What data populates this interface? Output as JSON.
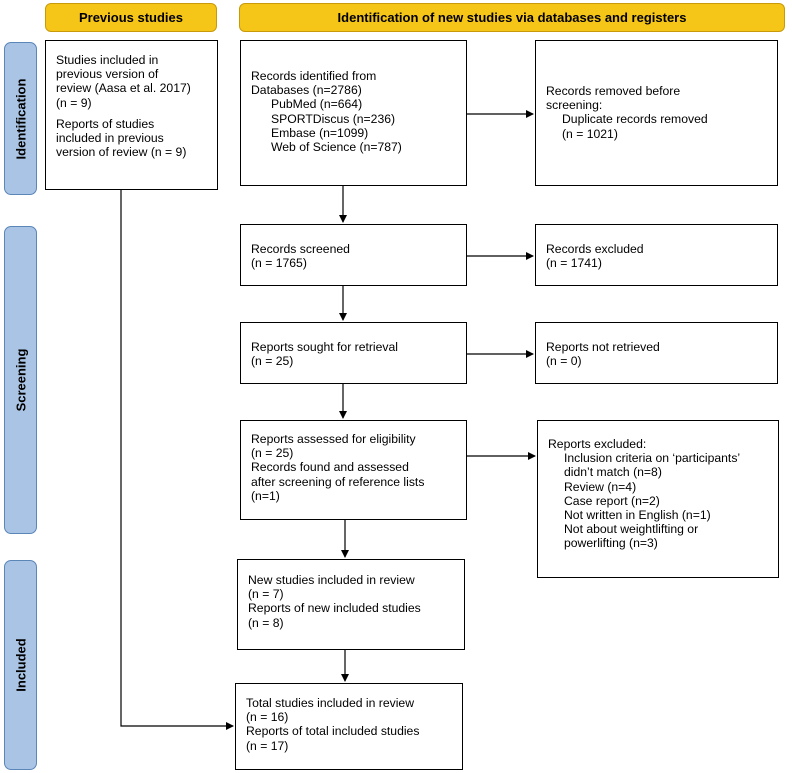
{
  "headers": {
    "previous": "Previous studies",
    "new": "Identification of new studies via databases and registers"
  },
  "phases": {
    "identification": "Identification",
    "screening": "Screening",
    "included": "Included"
  },
  "previous_box": {
    "line1": "Studies included in",
    "line2": "previous version of",
    "line3": "review (Aasa et al. 2017)",
    "line4": "(n = 9)",
    "line5": "Reports of studies",
    "line6": "included in previous",
    "line7": "version of review (n = 9)"
  },
  "identified_box": {
    "line1": "Records identified from",
    "line2": "Databases (n=2786)",
    "line3": "PubMed (n=664)",
    "line4": "SPORTDiscus (n=236)",
    "line5": "Embase (n=1099)",
    "line6": "Web of Science (n=787)"
  },
  "removed_box": {
    "line1": "Records removed before",
    "line2": "screening:",
    "line3": "Duplicate records removed",
    "line4": "(n = 1021)"
  },
  "screened_box": {
    "line1": "Records screened",
    "line2": "(n = 1765)"
  },
  "excluded_box": {
    "line1": "Records excluded",
    "line2": "(n = 1741)"
  },
  "sought_box": {
    "line1": "Reports sought for retrieval",
    "line2": "(n = 25)"
  },
  "not_retrieved_box": {
    "line1": "Reports not retrieved",
    "line2": "(n = 0)"
  },
  "eligibility_box": {
    "line1": "Reports assessed for eligibility",
    "line2": "(n = 25)",
    "line3": "Records found and assessed",
    "line4": "after screening of reference lists",
    "line5": "(n=1)"
  },
  "reports_excluded_box": {
    "line1": "Reports excluded:",
    "line2": "Inclusion criteria on ‘participants’",
    "line3": "didn’t match (n=8)",
    "line4": "Review (n=4)",
    "line5": "Case report (n=2)",
    "line6": "Not written in English (n=1)",
    "line7": "Not about weightlifting or",
    "line8": "powerlifting (n=3)"
  },
  "new_included_box": {
    "line1": "New studies included in review",
    "line2": "(n = 7)",
    "line3": "Reports of new included studies",
    "line4": "(n = 8)"
  },
  "total_box": {
    "line1": "Total studies included in review",
    "line2": "(n = 16)",
    "line3": "Reports of total included studies",
    "line4": "(n = 17)"
  }
}
